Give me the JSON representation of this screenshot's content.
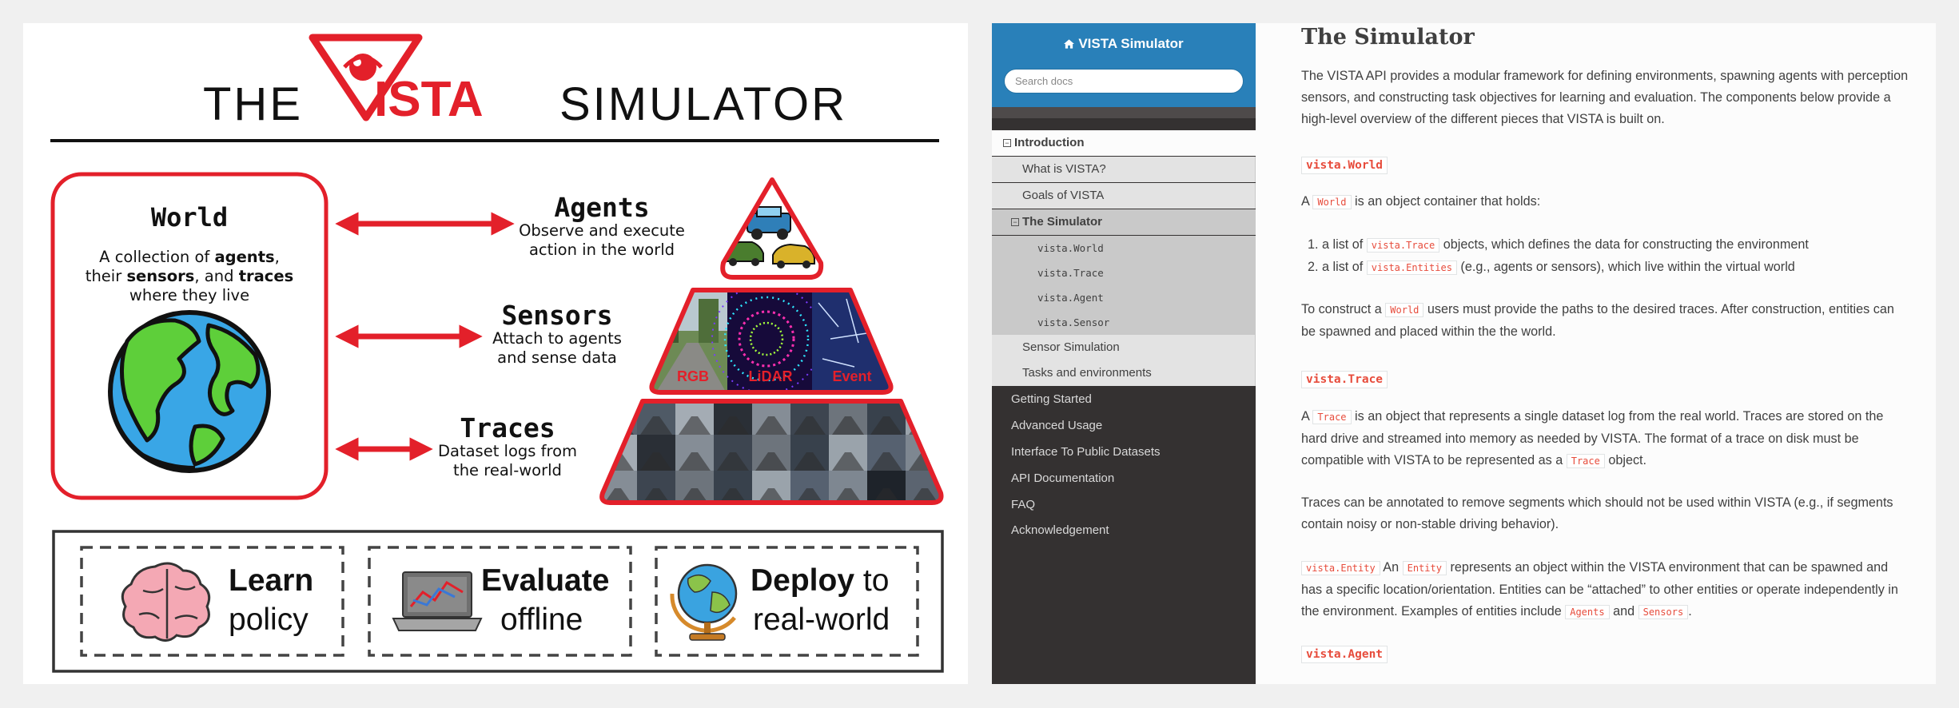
{
  "figure": {
    "title_left": "THE",
    "logo_text": "ISTA",
    "title_right": "SIMULATOR",
    "world": {
      "heading": "World",
      "desc": [
        [
          {
            "t": "A collection of ",
            "b": false
          },
          {
            "t": "agents",
            "b": true
          },
          {
            "t": ",",
            "b": false
          }
        ],
        [
          {
            "t": "their ",
            "b": false
          },
          {
            "t": "sensors",
            "b": true
          },
          {
            "t": ", and ",
            "b": false
          },
          {
            "t": "traces",
            "b": true
          }
        ],
        [
          {
            "t": "where they live",
            "b": false
          }
        ]
      ]
    },
    "agents": {
      "heading": "Agents",
      "lines": [
        "Observe and execute",
        "action in the world"
      ]
    },
    "sensors": {
      "heading": "Sensors",
      "lines": [
        "Attach to agents",
        "and sense data"
      ]
    },
    "traces": {
      "heading": "Traces",
      "lines": [
        "Dataset logs from",
        "the real-world"
      ]
    },
    "sensor_labels": [
      "RGB",
      "LiDAR",
      "Event"
    ],
    "bottom": [
      {
        "bold": "Learn",
        "rest": "",
        "line2": "policy",
        "icon": "brain-icon"
      },
      {
        "bold": "Evaluate",
        "rest": "",
        "line2": "offline",
        "icon": "laptop-chart-icon"
      },
      {
        "bold": "Deploy",
        "rest": " to",
        "line2": "real-world",
        "icon": "globe-stand-icon"
      }
    ],
    "colors": {
      "red": "#e3202a",
      "dark": "#222222",
      "earth_blue": "#39a6e6",
      "earth_green": "#5ecf3a"
    }
  },
  "docs": {
    "brand": "VISTA Simulator",
    "search_placeholder": "Search docs",
    "nav": [
      {
        "label": "Introduction",
        "level": "l1",
        "toggle": "⊟"
      },
      {
        "label": "What is VISTA?",
        "level": "l2"
      },
      {
        "label": "Goals of VISTA",
        "level": "l2"
      },
      {
        "label": "The Simulator",
        "level": "l2-cur",
        "toggle": "⊟"
      },
      {
        "label": "vista.World",
        "level": "l3"
      },
      {
        "label": "vista.Trace",
        "level": "l3"
      },
      {
        "label": "vista.Agent",
        "level": "l3"
      },
      {
        "label": "vista.Sensor",
        "level": "l3"
      },
      {
        "label": "Sensor Simulation",
        "level": "l2"
      },
      {
        "label": "Tasks and environments",
        "level": "l2"
      },
      {
        "label": "Getting Started",
        "level": "top"
      },
      {
        "label": "Advanced Usage",
        "level": "top"
      },
      {
        "label": "Interface To Public Datasets",
        "level": "top"
      },
      {
        "label": "API Documentation",
        "level": "top"
      },
      {
        "label": "FAQ",
        "level": "top"
      },
      {
        "label": "Acknowledgement",
        "level": "top"
      }
    ],
    "title": "The Simulator",
    "intro": "The VISTA API provides a modular framework for defining environments, spawning agents with perception sensors, and constructing task objectives for learning and evaluation. The components below provide a high-level overview of the different pieces that VISTA is built on.",
    "world_sig": "vista.World",
    "world_p": [
      {
        "t": "A "
      },
      {
        "c": "World"
      },
      {
        "t": " is an object container that holds:"
      }
    ],
    "world_list": [
      [
        {
          "t": "a list of "
        },
        {
          "c": "vista.Trace"
        },
        {
          "t": " objects, which defines the data for constructing the environment"
        }
      ],
      [
        {
          "t": "a list of "
        },
        {
          "c": "vista.Entities"
        },
        {
          "t": " (e.g., agents or sensors), which live within the virtual world"
        }
      ]
    ],
    "world_p2": [
      {
        "t": "To construct a "
      },
      {
        "c": "World"
      },
      {
        "t": " users must provide the paths to the desired traces. After construction, entities can be spawned and placed within the the world."
      }
    ],
    "trace_sig": "vista.Trace",
    "trace_p": [
      {
        "t": "A "
      },
      {
        "c": "Trace"
      },
      {
        "t": " is an object that represents a single dataset log from the real world. Traces are stored on the hard drive and streamed into memory as needed by VISTA. The format of a trace on disk must be compatible with VISTA to be represented as a "
      },
      {
        "c": "Trace"
      },
      {
        "t": " object."
      }
    ],
    "trace_p2": [
      {
        "t": "Traces can be annotated to remove segments which should not be used within VISTA (e.g., if segments contain noisy or non-stable driving behavior)."
      }
    ],
    "entity_p": [
      {
        "c": "vista.Entity"
      },
      {
        "t": " An "
      },
      {
        "c": "Entity"
      },
      {
        "t": " represents an object within the VISTA environment that can be spawned and has a specific location/orientation. Entities can be “attached” to other entities or operate independently in the environment. Examples of entities include "
      },
      {
        "c": "Agents"
      },
      {
        "t": " and "
      },
      {
        "c": "Sensors"
      },
      {
        "t": "."
      }
    ],
    "agent_sig": "vista.Agent"
  }
}
